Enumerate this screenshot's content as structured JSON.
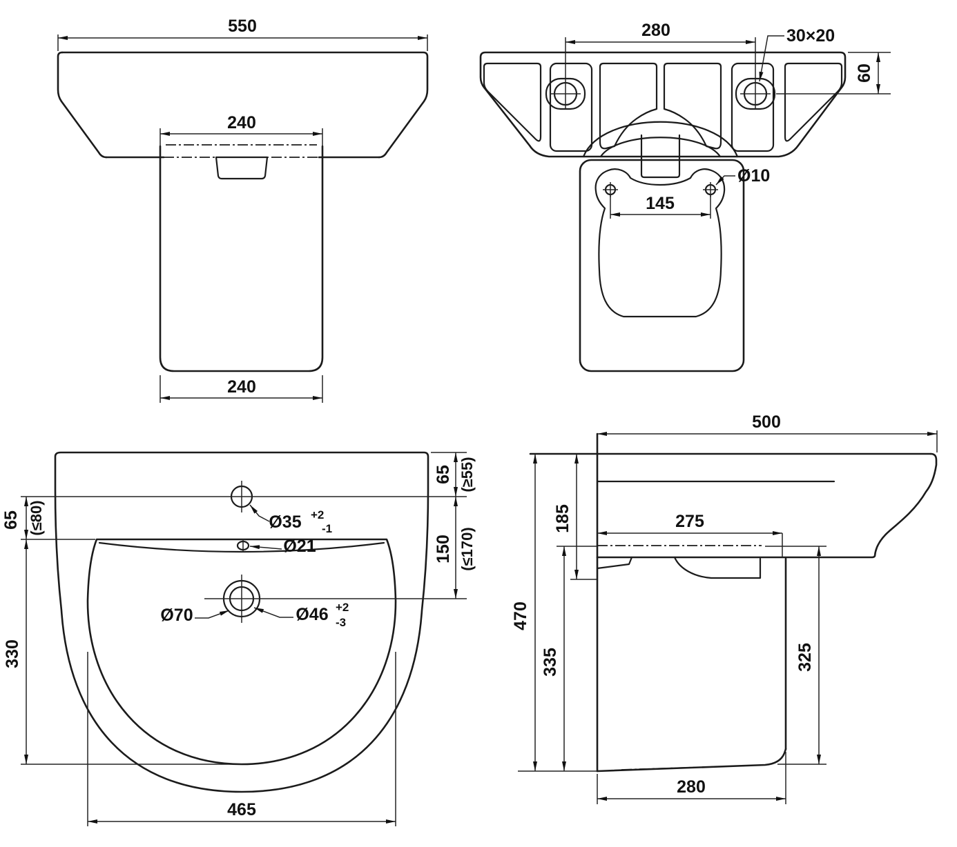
{
  "drawing": {
    "front": {
      "overall_width": "550",
      "pedestal_top_width": "240",
      "pedestal_bottom_width": "240"
    },
    "rear": {
      "fixing_hole_centers": "280",
      "fixing_slot_size": "30×20",
      "fixing_hole_offset": "60",
      "pedestal_fixing_dia": "Ø10",
      "pedestal_fixing_centers": "145"
    },
    "plan": {
      "tap_to_rim": "65",
      "tap_to_rim_limit": "(≥55)",
      "tap_to_bowl": "65",
      "tap_to_bowl_limit": "(≤80)",
      "bowl_length": "330",
      "bowl_width": "465",
      "tap_hole": "Ø35",
      "tap_hole_tol_plus": "+2",
      "tap_hole_tol_minus": "-1",
      "overflow_hole": "Ø21",
      "drain_recess": "Ø70",
      "drain_hole": "Ø46",
      "drain_tol_plus": "+2",
      "drain_tol_minus": "-3",
      "tap_to_drain": "150",
      "tap_to_drain_limit": "(≤170)"
    },
    "side": {
      "overall_depth": "500",
      "rim_to_shelf": "185",
      "shelf_depth": "275",
      "rim_height": "470",
      "shelf_height": "335",
      "pedestal_front_height": "325",
      "pedestal_depth": "280"
    }
  }
}
